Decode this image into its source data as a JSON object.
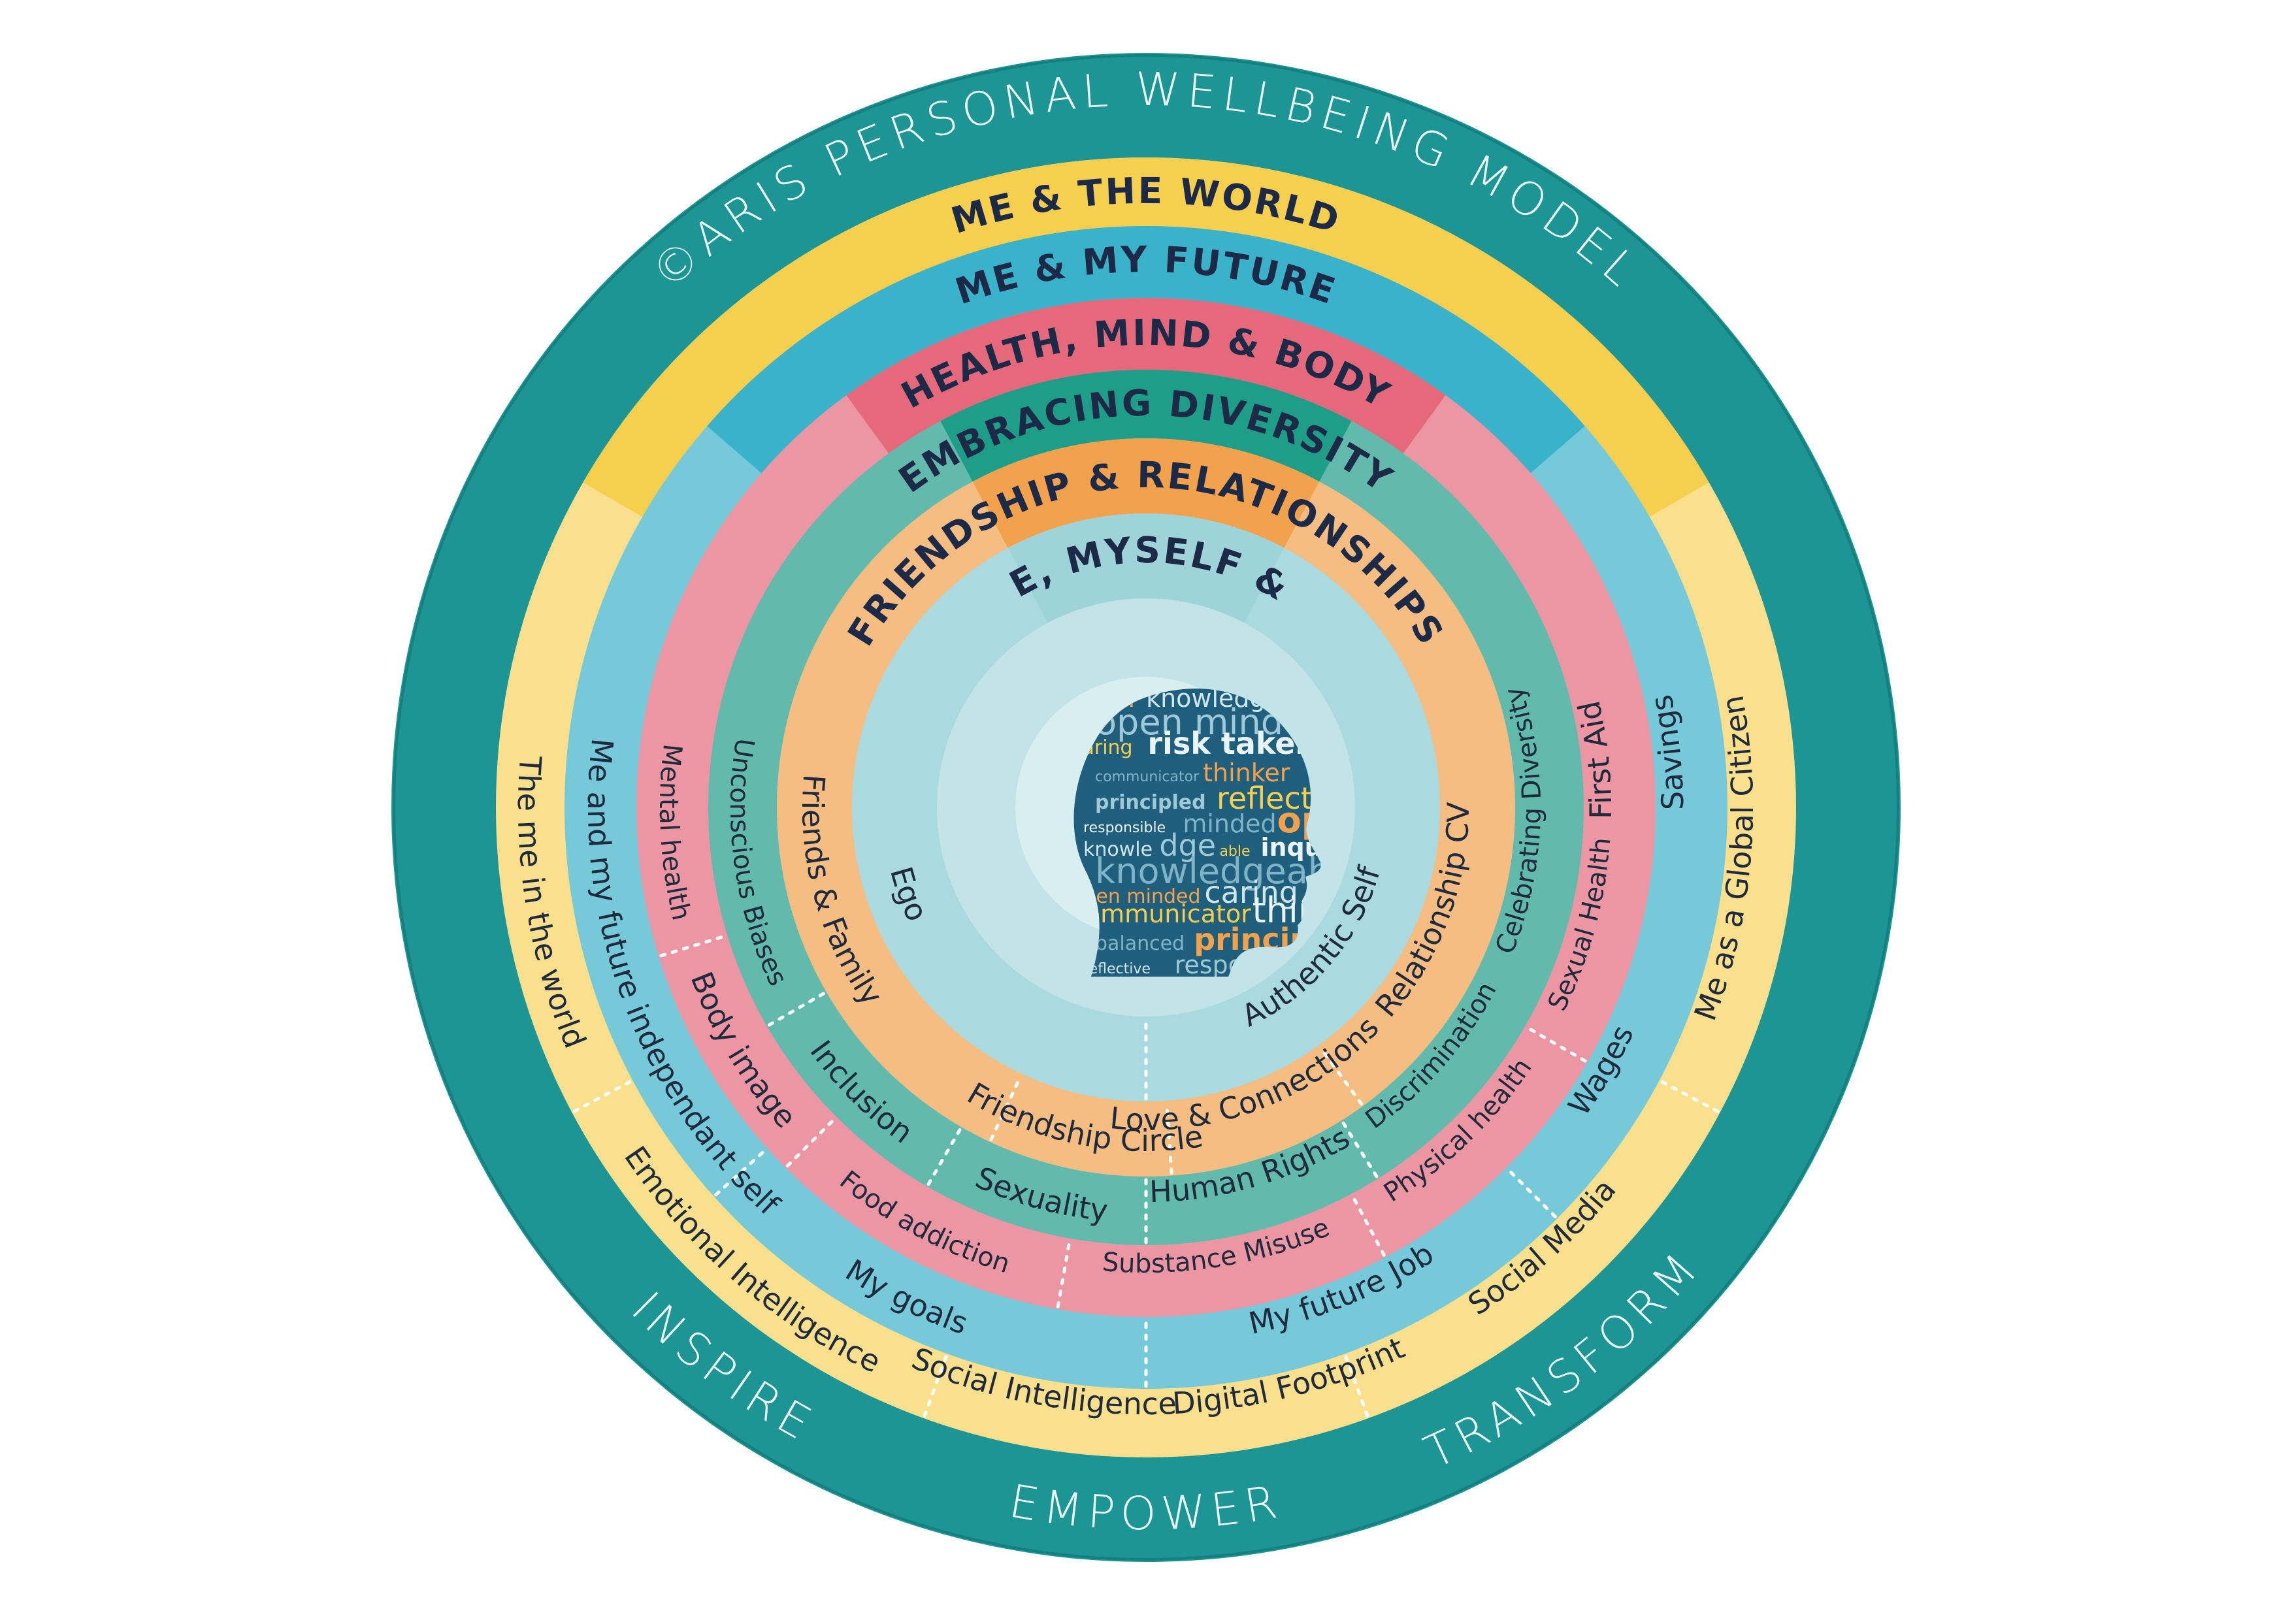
{
  "header": {
    "title": "©ARIS PERSONAL WELLBEING MODEL"
  },
  "footer": {
    "words": [
      "INSPIRE",
      "EMPOWER",
      "TRANSFORM"
    ]
  },
  "colors": {
    "outer_ring": "#1e9595",
    "world": "#f7cf4f",
    "future": "#3ab2c9",
    "health": "#e5697b",
    "diversity": "#1e9d88",
    "friendship": "#f2a14c",
    "me": "#a8dadf",
    "center": "#c2e4e8",
    "text_dark": "#1c2a48"
  },
  "bands": [
    {
      "key": "world",
      "label": "ME & THE WORLD"
    },
    {
      "key": "future",
      "label": "ME & MY FUTURE"
    },
    {
      "key": "health",
      "label": "HEALTH, MIND & BODY"
    },
    {
      "key": "diversity",
      "label": "EMBRACING DIVERSITY"
    },
    {
      "key": "friendship",
      "label": "FRIENDSHIP & RELATIONSHIPS"
    },
    {
      "key": "me",
      "label": "ME, MYSELF & I"
    }
  ],
  "segments": {
    "world": [
      "The me in the world",
      "Emotional Intelligence",
      "Social Intelligence",
      "Digital Footprint",
      "Social Media",
      "Me as a Global Citizen"
    ],
    "future": [
      "Me and my future independant  self",
      "My goals",
      "My future Job",
      "Wages",
      "Savings"
    ],
    "health": [
      "Mental health",
      "Body image",
      "Food addiction",
      "Substance Misuse",
      "Physical health",
      "Sexual Health",
      "First Aid"
    ],
    "diversity": [
      "Unconscious Biases",
      "Inclusion",
      "Sexuality",
      "Human Rights",
      "Discrimination",
      "Celebrating Diversity"
    ],
    "friendship": [
      "Friends & Family",
      "Friendship Circle",
      "Love & Connections",
      "Relationship CV"
    ],
    "me": [
      "Ego",
      "Authentic Self"
    ]
  },
  "word_cloud": [
    "inquirer",
    "knowledgeable",
    "open minded",
    "caring",
    "risk taker",
    "communicator",
    "thinker",
    "balanced",
    "principled",
    "reflective",
    "responsible",
    "minded",
    "open",
    "knowle",
    "dge",
    "able"
  ]
}
